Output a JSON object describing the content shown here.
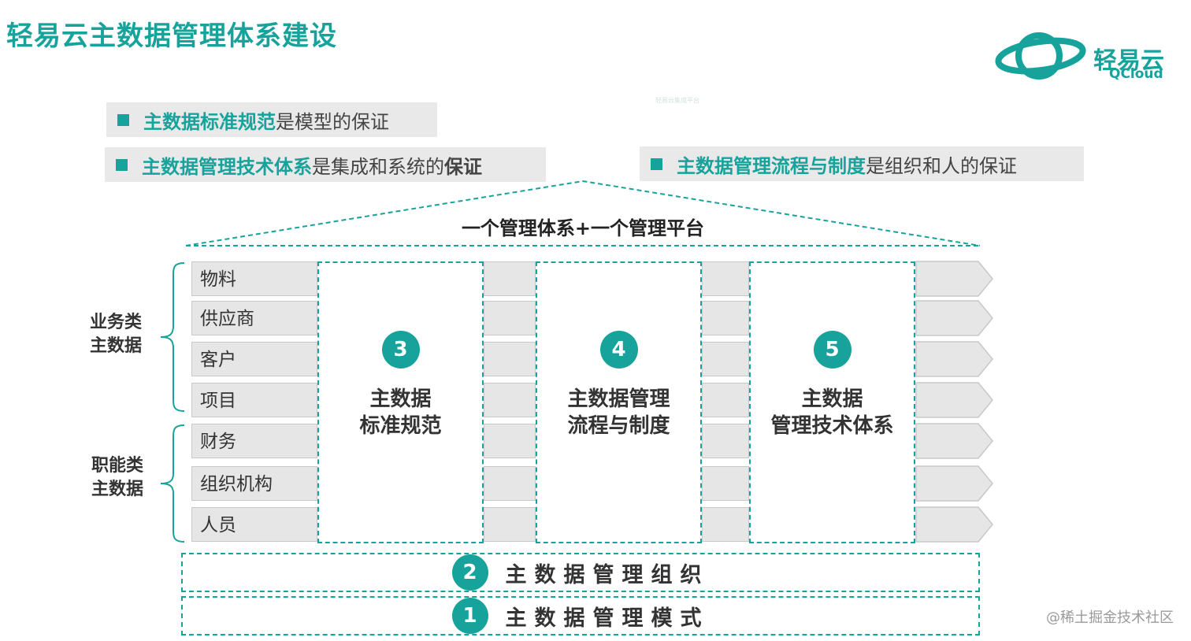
{
  "header": {
    "title": "轻易云主数据管理体系建设",
    "logo_cn": "轻易云",
    "logo_en": "QCloud",
    "faint_text": "轻易云集成平台"
  },
  "banners": [
    {
      "highlight": "主数据标准规范",
      "rest": "是模型的保证",
      "rest_bold": ""
    },
    {
      "highlight": "主数据管理技术体系",
      "rest": "是集成和系统的",
      "rest_bold": "保证"
    },
    {
      "highlight": "主数据管理流程与制度",
      "rest": "是组织和人的保证",
      "rest_bold": ""
    }
  ],
  "roof_title": "一个管理体系+一个管理平台",
  "groups": [
    {
      "label": "业务类\n主数据",
      "items": [
        "物料",
        "供应商",
        "客户",
        "项目"
      ]
    },
    {
      "label": "职能类\n主数据",
      "items": [
        "财务",
        "组织机构",
        "人员"
      ]
    }
  ],
  "pillars": [
    {
      "number": "3",
      "line1": "主数据",
      "line2": "标准规范"
    },
    {
      "number": "4",
      "line1": "主数据管理",
      "line2": "流程与制度"
    },
    {
      "number": "5",
      "line1": "主数据",
      "line2": "管理技术体系"
    }
  ],
  "foundation": [
    {
      "number": "2",
      "label": "主数据管理组织"
    },
    {
      "number": "1",
      "label": "主数据管理模式"
    }
  ],
  "watermark": "@稀土掘金技术社区",
  "colors": {
    "accent": "#17a39b",
    "panel": "#e6e6e6"
  }
}
